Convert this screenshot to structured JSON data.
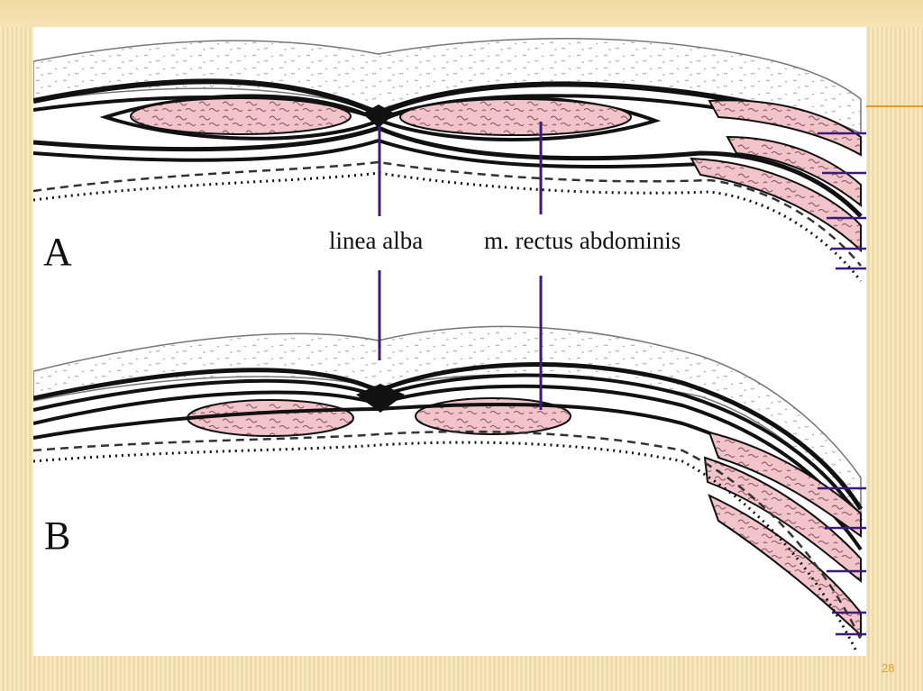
{
  "slide": {
    "page_number": "28",
    "accent_color": "#e59a2a",
    "background_color": "#f6e4b4"
  },
  "diagram": {
    "panel_a_letter": "A",
    "panel_b_letter": "B",
    "label_linea_alba": "linea alba",
    "label_rectus": "m. rectus abdominis",
    "colors": {
      "muscle": "#f0c4c8",
      "muscle_texture": "#8a5060",
      "leader": "#3a1a7a",
      "fascia": "#111111",
      "skin_dots": "#9a9a9a"
    }
  }
}
